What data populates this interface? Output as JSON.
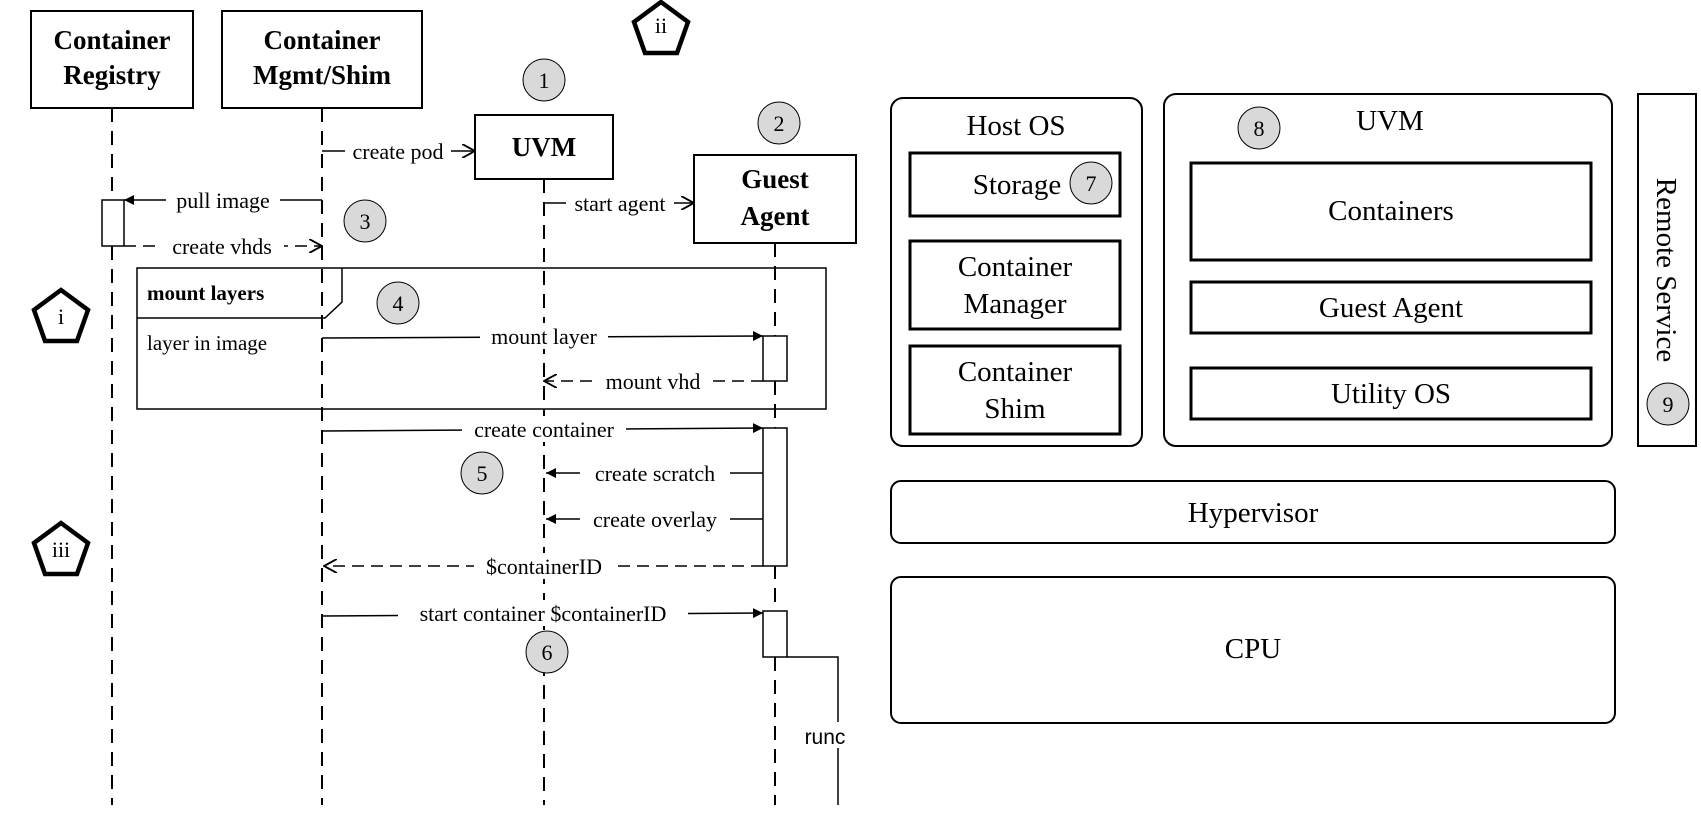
{
  "sequence": {
    "lifelines": {
      "registry": "Container Registry",
      "mgmt": "Container Mgmt/Shim",
      "uvm": "UVM",
      "agent": "Guest Agent"
    },
    "registry_lines": [
      "Container",
      "Registry"
    ],
    "mgmt_lines": [
      "Container",
      "Mgmt/Shim"
    ],
    "uvm_label": "UVM",
    "agent_lines": [
      "Guest",
      "Agent"
    ],
    "messages": {
      "create_pod": "create pod",
      "start_agent": "start agent",
      "pull_image": "pull image",
      "create_vhds": "create vhds",
      "mount_layer": "mount layer",
      "mount_vhd": "mount vhd",
      "create_container": "create container",
      "create_scratch": "create scratch",
      "create_overlay": "create overlay",
      "container_id": "$containerID",
      "start_container": "start container $containerID",
      "runc": "runc"
    },
    "loop_frame": {
      "title": "mount layers",
      "guard": "layer in image"
    },
    "step_markers": [
      "1",
      "2",
      "3",
      "4",
      "5",
      "6"
    ],
    "phase_markers": [
      "i",
      "ii",
      "iii"
    ]
  },
  "architecture": {
    "host_os": {
      "title": "Host OS",
      "storage": "Storage",
      "container_manager": [
        "Container",
        "Manager"
      ],
      "container_shim": [
        "Container",
        "Shim"
      ]
    },
    "uvm": {
      "title": "UVM",
      "containers": "Containers",
      "guest_agent": "Guest Agent",
      "utility_os": "Utility OS"
    },
    "remote_service": "Remote Service",
    "hypervisor": "Hypervisor",
    "cpu": "CPU",
    "step_markers": [
      "7",
      "8",
      "9"
    ]
  },
  "colors": {
    "stroke": "#000000",
    "marker_fill": "#d9d9d9",
    "background": "#ffffff"
  }
}
